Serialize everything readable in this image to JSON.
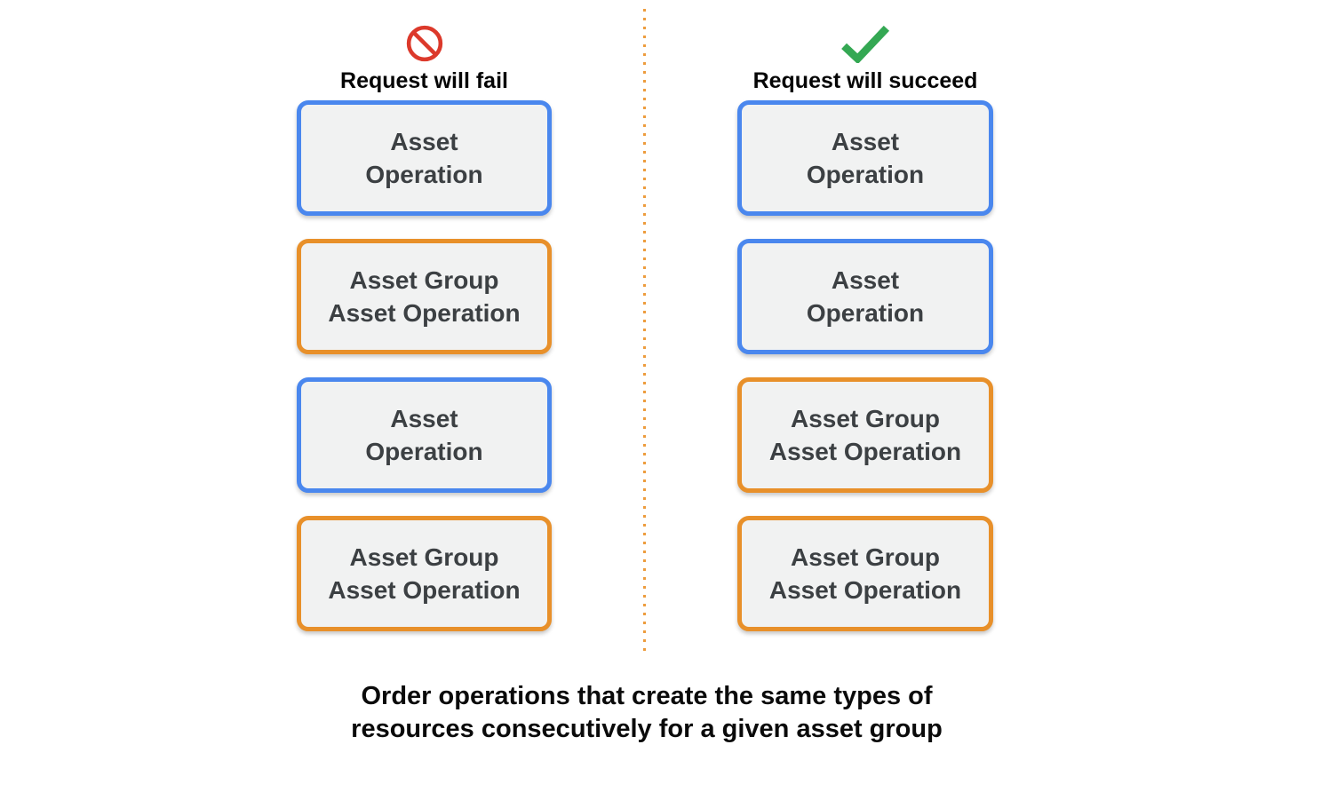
{
  "diagram": {
    "columns": [
      {
        "id": "fail",
        "icon": "prohibited-icon",
        "title": "Request will fail",
        "boxes": [
          {
            "type": "asset-operation",
            "color": "blue",
            "label": "Asset\nOperation"
          },
          {
            "type": "asset-group-asset-operation",
            "color": "orange",
            "label": "Asset Group\nAsset Operation"
          },
          {
            "type": "asset-operation",
            "color": "blue",
            "label": "Asset\nOperation"
          },
          {
            "type": "asset-group-asset-operation",
            "color": "orange",
            "label": "Asset Group\nAsset Operation"
          }
        ]
      },
      {
        "id": "succeed",
        "icon": "check-icon",
        "title": "Request will succeed",
        "boxes": [
          {
            "type": "asset-operation",
            "color": "blue",
            "label": "Asset\nOperation"
          },
          {
            "type": "asset-operation",
            "color": "blue",
            "label": "Asset\nOperation"
          },
          {
            "type": "asset-group-asset-operation",
            "color": "orange",
            "label": "Asset Group\nAsset Operation"
          },
          {
            "type": "asset-group-asset-operation",
            "color": "orange",
            "label": "Asset Group\nAsset Operation"
          }
        ]
      }
    ],
    "caption": "Order operations that create the same types of\nresources consecutively for a given asset group",
    "colors": {
      "blue_border": "#4A87EE",
      "orange_border": "#E8902A",
      "box_background": "#F1F2F2",
      "box_text": "#3C4043",
      "fail_icon_red": "#DC392B",
      "success_icon_green": "#34A853",
      "divider_orange": "#ED9C3D"
    }
  }
}
